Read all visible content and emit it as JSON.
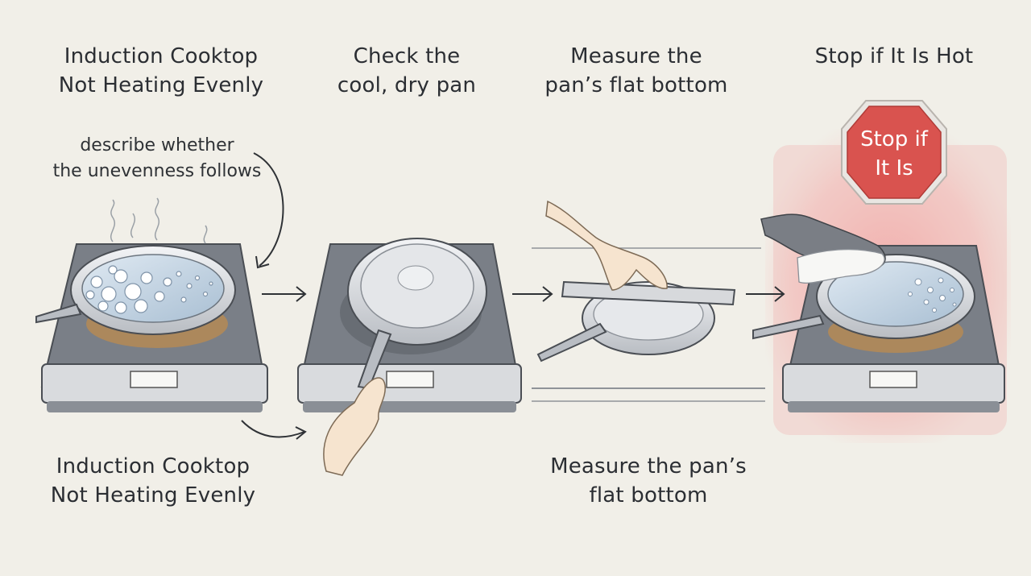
{
  "titles": {
    "step1": "Induction Cooktop\nNot Heating Evenly",
    "step2": "Check the\ncool, dry pan",
    "step3": "Measure the\npan’s flat bottom",
    "step4": "Stop if It Is Hot"
  },
  "annotations": {
    "describe_note": "describe whether\nthe unevenness follows",
    "bottom_left": "Induction Cooktop\nNot Heating Evenly",
    "bottom_mid": "Measure the pan’s\nflat bottom",
    "stop_sign": "Stop if\nIt Is"
  },
  "colors": {
    "background": "#f1efe8",
    "stop_red": "#d9534f",
    "heat_glow": "#f4b8b8",
    "cooktop": "#6d727a"
  },
  "icons": [
    "arrow-right-icon",
    "stop-sign-icon",
    "steam-icon",
    "ruler-icon",
    "oven-mitt-icon"
  ]
}
